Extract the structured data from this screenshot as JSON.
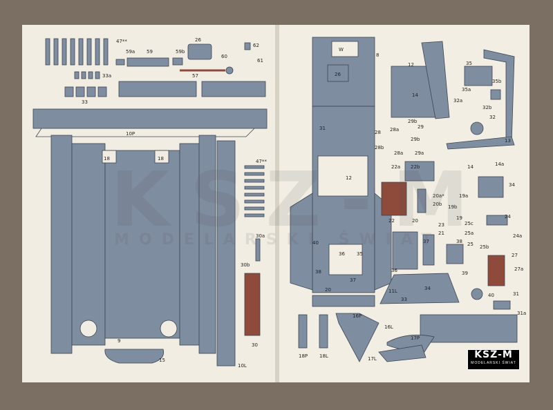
{
  "logo": {
    "title": "KSZ-M",
    "subtitle": "MODELARSKI ŚWIAT"
  },
  "watermark": {
    "title": "KSZ-M",
    "subtitle": "MODELARSKI ŚWIAT"
  },
  "colors": {
    "part_grey": "#7f8da0",
    "part_red": "#8e4a3a",
    "paper": "#f1ede3",
    "background": "#7a6f62"
  },
  "left_labels": [
    "47**",
    "59a",
    "59",
    "59b",
    "26",
    "62",
    "60",
    "61",
    "33a",
    "57",
    "33",
    "10P",
    "18",
    "18",
    "47**",
    "30a",
    "30b",
    "9",
    "15",
    "10L",
    "30"
  ],
  "right_labels": [
    "W",
    "8",
    "26",
    "12",
    "14",
    "35",
    "35a",
    "35b",
    "32a",
    "32b",
    "32",
    "13",
    "31",
    "28",
    "28a",
    "29b",
    "29",
    "28b",
    "28a",
    "29b",
    "29a",
    "22a",
    "22b",
    "12",
    "14",
    "14a",
    "34",
    "22",
    "20",
    "20a*",
    "20b",
    "19a",
    "19b",
    "19",
    "23",
    "24",
    "25c",
    "25a",
    "25",
    "24a",
    "40",
    "36",
    "35",
    "21",
    "37",
    "38",
    "25b",
    "27",
    "27a",
    "38",
    "37",
    "20",
    "36",
    "11L",
    "33",
    "34",
    "39",
    "40",
    "31",
    "31a",
    "16P",
    "16L",
    "17P",
    "17L",
    "18P",
    "18L"
  ]
}
